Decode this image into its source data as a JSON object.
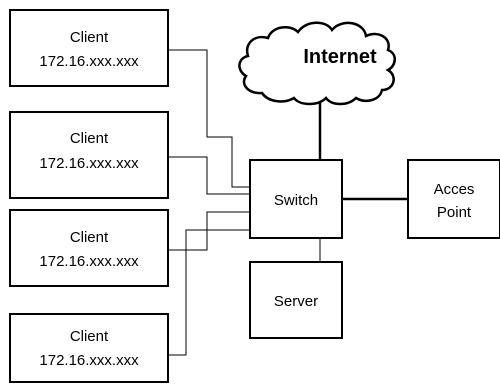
{
  "diagram": {
    "internet_label": "Internet",
    "switch_label": "Switch",
    "server_label": "Server",
    "access_point": {
      "line1": "Acces",
      "line2": "Point"
    },
    "clients": [
      {
        "title": "Client",
        "ip": "172.16.xxx.xxx"
      },
      {
        "title": "Client",
        "ip": "172.16.xxx.xxx"
      },
      {
        "title": "Client",
        "ip": "172.16.xxx.xxx"
      },
      {
        "title": "Client",
        "ip": "172.16.xxx.xxx"
      }
    ]
  }
}
